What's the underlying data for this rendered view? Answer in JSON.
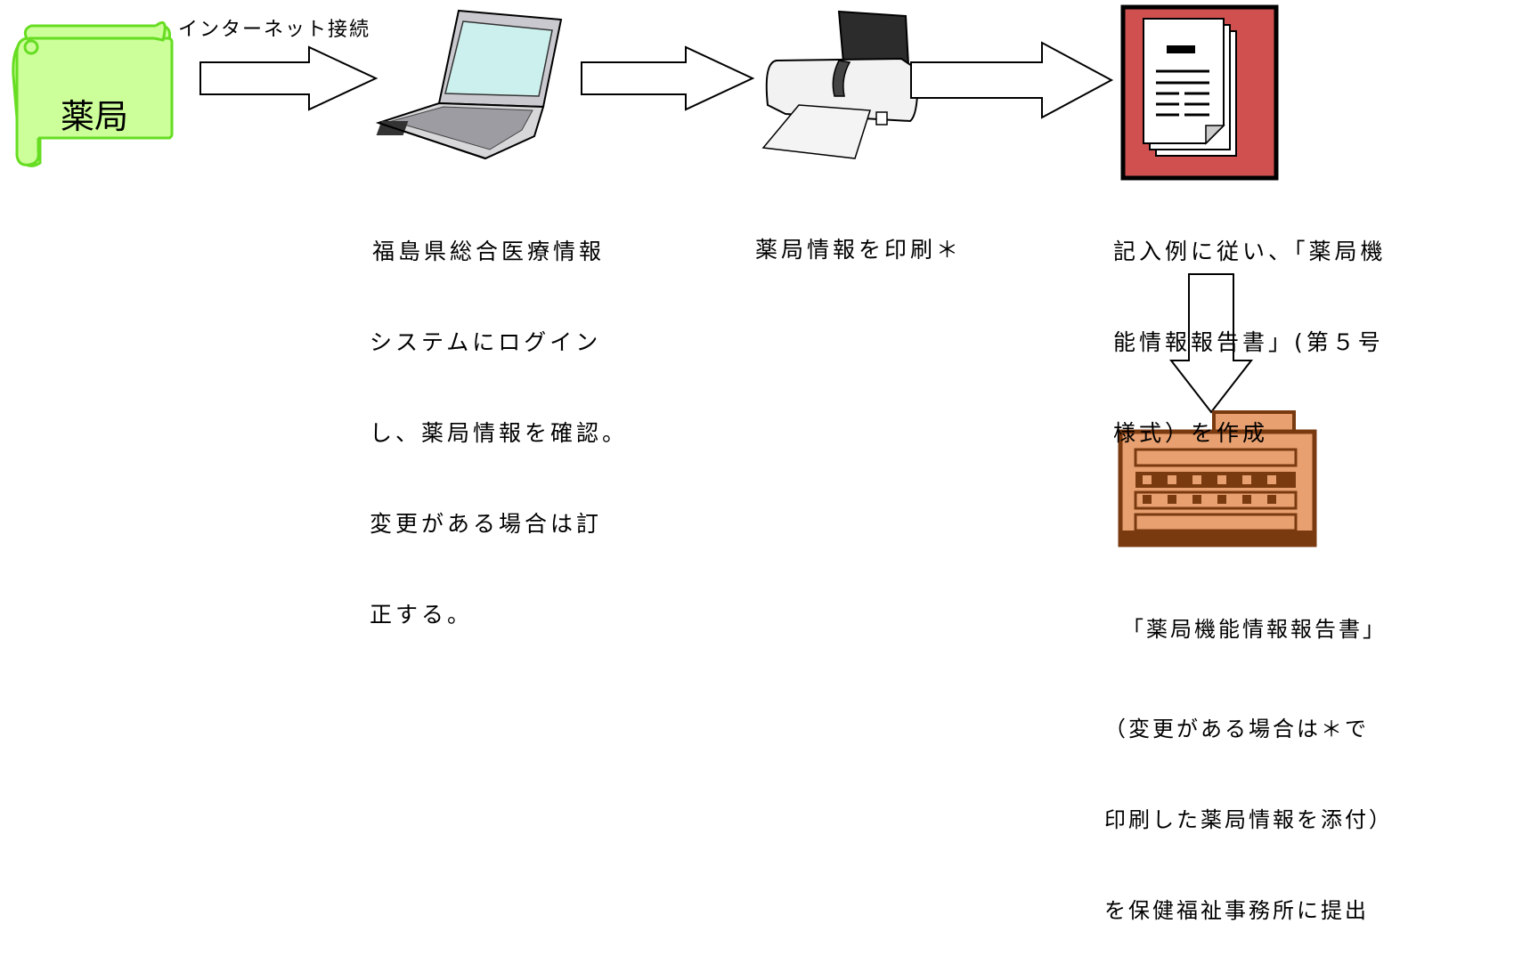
{
  "scroll": {
    "label": "薬局"
  },
  "internet_label": "インターネット接続",
  "steps": [
    {
      "caption": [
        "福島県総合医療情報",
        "システムにログイン",
        "し、薬局情報を確認。",
        "変更がある場合は訂",
        "正する。"
      ]
    },
    {
      "caption": [
        "薬局情報を印刷＊"
      ]
    },
    {
      "caption": [
        "記入例に従い、「薬局機",
        "能情報報告書」(第５号",
        "様式）を作成"
      ]
    },
    {
      "caption": [
        "「薬局機能情報報告書」",
        "（変更がある場合は＊で",
        "印刷した薬局情報を添付）",
        "を保健福祉事務所に提出"
      ]
    }
  ],
  "colors": {
    "scroll_fill": "#ccff99",
    "scroll_stroke": "#66dd22",
    "doc_frame": "#cc5555",
    "building_fill": "#e8a070",
    "building_stroke": "#7a3a10"
  },
  "icons": [
    "scroll-banner-icon",
    "laptop-icon",
    "printer-icon",
    "document-icon",
    "office-building-icon",
    "arrow-right-icon",
    "arrow-down-icon"
  ]
}
